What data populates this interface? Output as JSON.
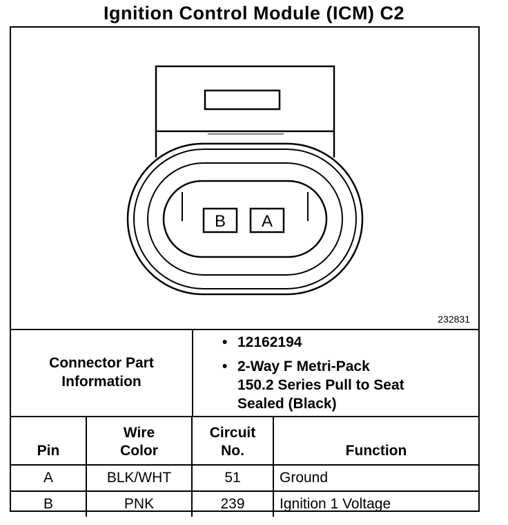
{
  "title": "Ignition Control Module (ICM) C2",
  "figure": {
    "id": "232831",
    "terminals": [
      "B",
      "A"
    ]
  },
  "connector_info": {
    "label_lines": [
      "Connector Part",
      "Information"
    ],
    "part_number": "12162194",
    "description_lines": [
      "2-Way F Metri-Pack",
      "150.2 Series Pull to Seat",
      "Sealed (Black)"
    ]
  },
  "table": {
    "headers": {
      "pin": "Pin",
      "wire_color": [
        "Wire",
        "Color"
      ],
      "circuit": [
        "Circuit",
        "No."
      ],
      "function": "Function"
    },
    "rows": [
      {
        "pin": "A",
        "wire_color": "BLK/WHT",
        "circuit": "51",
        "function": "Ground"
      },
      {
        "pin": "B",
        "wire_color": "PNK",
        "circuit": "239",
        "function": "Ignition 1 Voltage"
      }
    ]
  }
}
